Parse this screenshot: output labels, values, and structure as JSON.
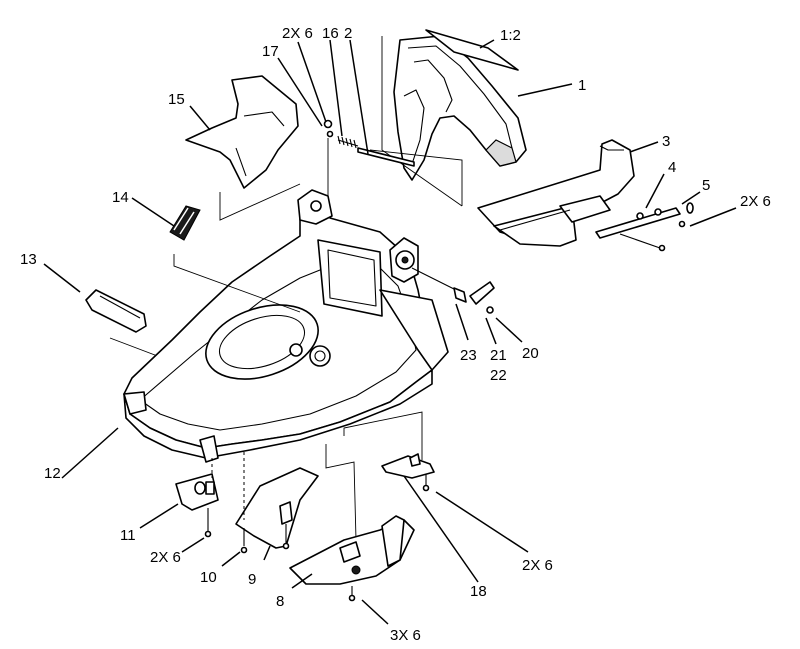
{
  "diagram": {
    "callouts": [
      {
        "id": "c1",
        "text": "1"
      },
      {
        "id": "c1_2",
        "text": "1:2"
      },
      {
        "id": "c2",
        "text": "2"
      },
      {
        "id": "c2x6a",
        "text": "2X 6"
      },
      {
        "id": "c16",
        "text": "16"
      },
      {
        "id": "c17",
        "text": "17"
      },
      {
        "id": "c15",
        "text": "15"
      },
      {
        "id": "c3",
        "text": "3"
      },
      {
        "id": "c4",
        "text": "4"
      },
      {
        "id": "c5",
        "text": "5"
      },
      {
        "id": "c2x6b",
        "text": "2X 6"
      },
      {
        "id": "c14",
        "text": "14"
      },
      {
        "id": "c13",
        "text": "13"
      },
      {
        "id": "c23",
        "text": "23"
      },
      {
        "id": "c21",
        "text": "21"
      },
      {
        "id": "c22",
        "text": "22"
      },
      {
        "id": "c20",
        "text": "20"
      },
      {
        "id": "c12",
        "text": "12"
      },
      {
        "id": "c11",
        "text": "11"
      },
      {
        "id": "c2x6c",
        "text": "2X 6"
      },
      {
        "id": "c10",
        "text": "10"
      },
      {
        "id": "c9",
        "text": "9"
      },
      {
        "id": "c8",
        "text": "8"
      },
      {
        "id": "c3x6",
        "text": "3X 6"
      },
      {
        "id": "c18",
        "text": "18"
      },
      {
        "id": "c2x6d",
        "text": "2X 6"
      }
    ]
  }
}
